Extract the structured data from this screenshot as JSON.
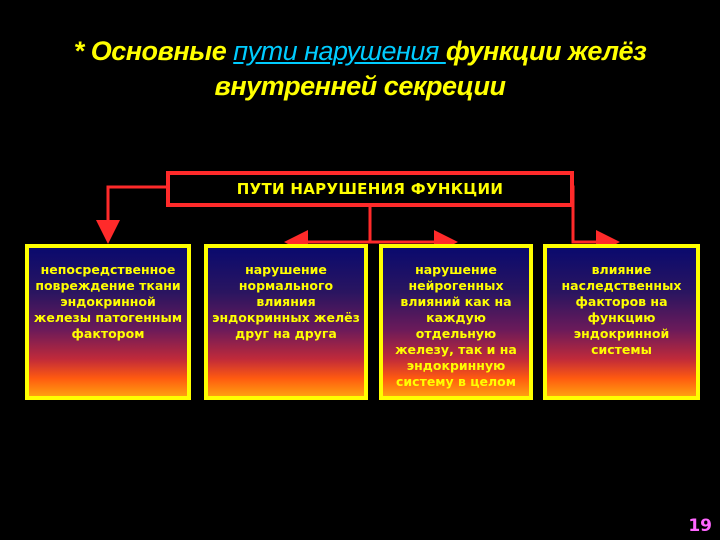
{
  "slide": {
    "title_prefix": "* Основные ",
    "title_highlight": "пути нарушения ",
    "title_suffix_line1": "функции желёз",
    "title_line2": "внутренней секреции",
    "page_number": "19"
  },
  "diagram": {
    "header": "ПУТИ НАРУШЕНИЯ ФУНКЦИИ",
    "boxes": [
      "непосредственное повреждение ткани эндокринной железы патогенным фактором",
      "нарушение нормального влияния эндокринных желёз друг на друга",
      "нарушение нейрогенных влияний как на каждую отдельную железу, так и на эндокринную систему в целом",
      "влияние наследственных факторов на функцию эндокринной системы"
    ]
  },
  "colors": {
    "title": "#ffff00",
    "title_highlight": "#00ccff",
    "connector": "#ff2a2a",
    "box_border": "#ffff00",
    "page_number": "#ff66ff"
  }
}
